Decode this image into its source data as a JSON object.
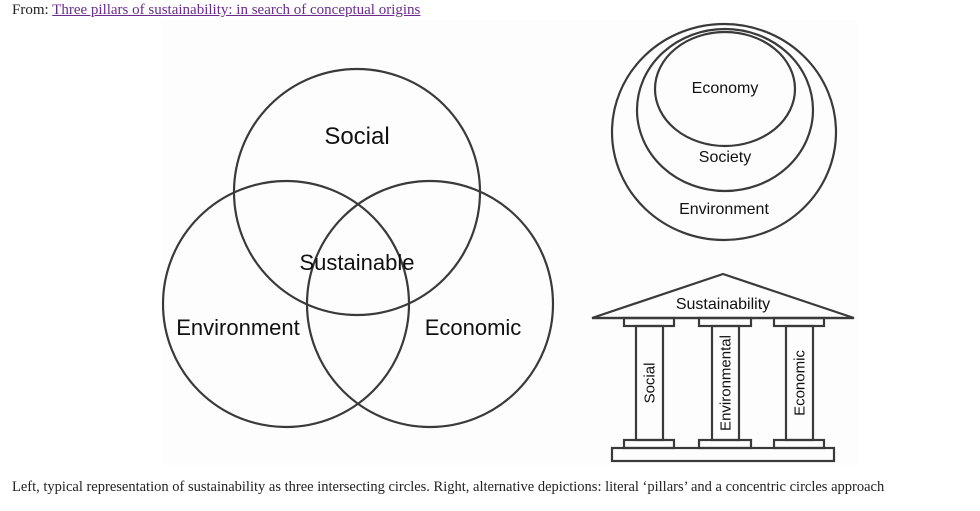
{
  "source": {
    "prefix": "From:",
    "link_text": "Three pillars of sustainability: in search of conceptual origins"
  },
  "venn": {
    "top": "Social",
    "left": "Environment",
    "right": "Economic",
    "center": "Sustainable"
  },
  "nested": {
    "inner": "Economy",
    "middle": "Society",
    "outer": "Environment"
  },
  "temple": {
    "roof": "Sustainability",
    "pillars": [
      "Social",
      "Environmental",
      "Economic"
    ]
  },
  "caption": "Left, typical representation of sustainability as three intersecting circles. Right, alternative depictions: literal ‘pillars’ and a concentric circles approach",
  "colors": {
    "stroke": "#3a3a3a",
    "link": "#6a2c8a",
    "text": "#222222"
  }
}
